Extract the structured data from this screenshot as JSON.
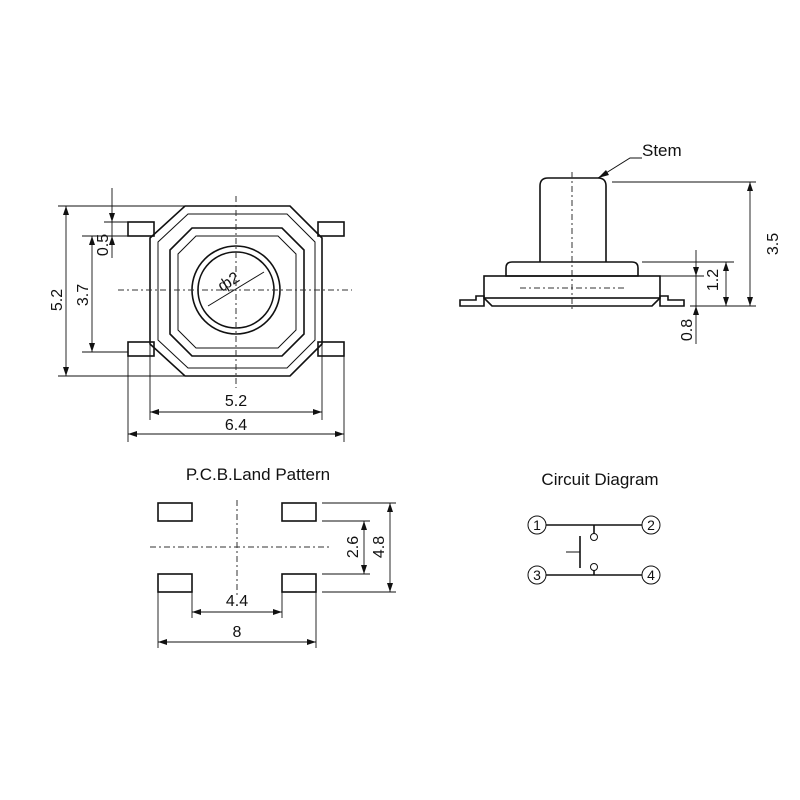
{
  "top_view": {
    "dim_height_outer": "5.2",
    "dim_height_inner": "3.7",
    "dim_lead": "0.5",
    "dim_width_body": "5.2",
    "dim_width_total": "6.4",
    "stem_diameter": "ф2"
  },
  "side_view": {
    "stem_label": "Stem",
    "dim_total_height": "3.5",
    "dim_body_height": "1.2",
    "dim_base": "0.8"
  },
  "pcb_land": {
    "title": "P.C.B.Land Pattern",
    "dim_inner_width": "4.4",
    "dim_outer_width": "8",
    "dim_inner_height": "2.6",
    "dim_outer_height": "4.8"
  },
  "circuit": {
    "title": "Circuit Diagram",
    "pins": [
      "1",
      "2",
      "3",
      "4"
    ]
  }
}
